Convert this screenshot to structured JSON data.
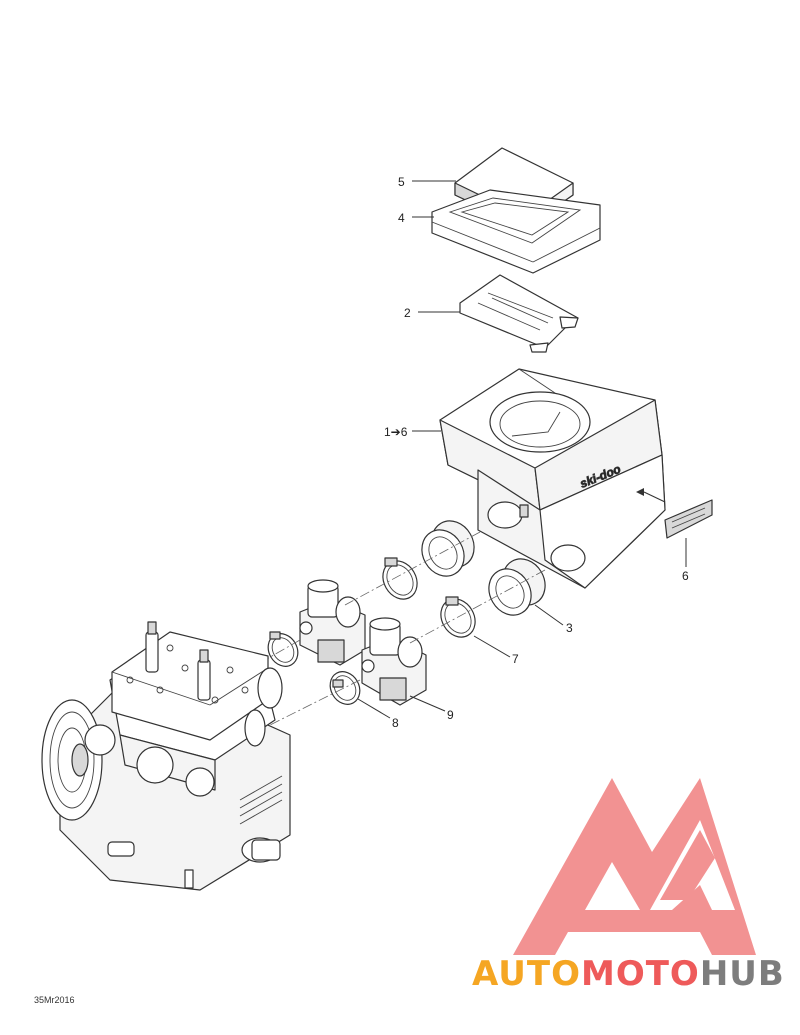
{
  "diagram": {
    "callouts": [
      {
        "id": "c5",
        "label": "5"
      },
      {
        "id": "c4",
        "label": "4"
      },
      {
        "id": "c2",
        "label": "2"
      },
      {
        "id": "c1",
        "label": "1➔6"
      },
      {
        "id": "c6",
        "label": "6"
      },
      {
        "id": "c3",
        "label": "3"
      },
      {
        "id": "c7",
        "label": "7"
      },
      {
        "id": "c8",
        "label": "8"
      },
      {
        "id": "c9",
        "label": "9"
      }
    ],
    "silencer_logo_text": "ski-doo",
    "drawing_code": "35Mr2016"
  },
  "watermark": {
    "brand_part1": "AUTO",
    "brand_part2": "MOTO",
    "brand_part3": "HUB",
    "colors": {
      "orange": "#f5a623",
      "red": "#ee5a5a",
      "gray": "#7d7d7d",
      "logo": "#f08080"
    }
  }
}
